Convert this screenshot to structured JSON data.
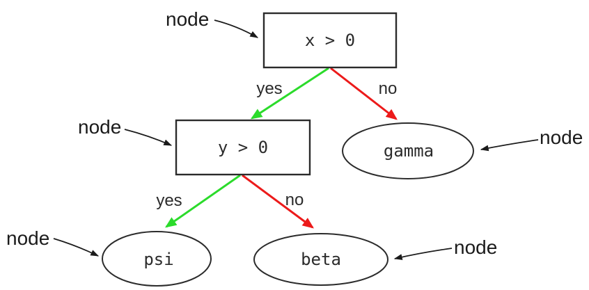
{
  "colors": {
    "background": "#ffffff",
    "edge_yes": "#2bdb2b",
    "edge_no": "#ec1a1a",
    "outline": "#2b2b2b",
    "text": "#2b2b2b",
    "annotation": "#1b1b1b"
  },
  "nodes": {
    "root": {
      "label": "x > 0",
      "shape": "rectangle"
    },
    "inner": {
      "label": "y > 0",
      "shape": "rectangle"
    },
    "gamma": {
      "label": "gamma",
      "shape": "ellipse"
    },
    "psi": {
      "label": "psi",
      "shape": "ellipse"
    },
    "beta": {
      "label": "beta",
      "shape": "ellipse"
    }
  },
  "edges": {
    "root_to_inner": {
      "label": "yes"
    },
    "root_to_gamma": {
      "label": "no"
    },
    "inner_to_psi": {
      "label": "yes"
    },
    "inner_to_beta": {
      "label": "no"
    }
  },
  "annotations": {
    "label": "node"
  }
}
